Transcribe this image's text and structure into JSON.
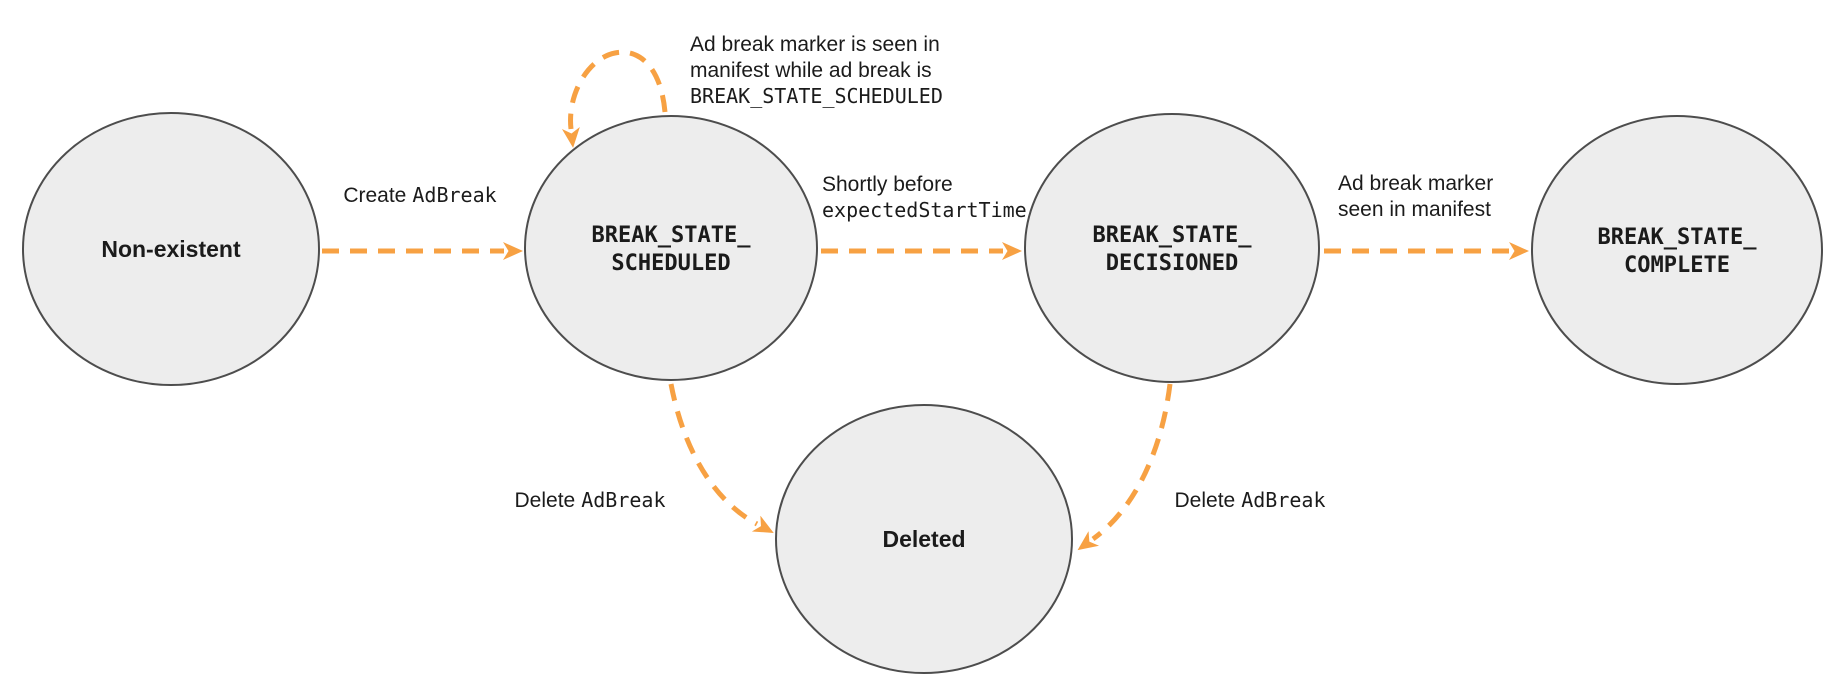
{
  "colors": {
    "arrow": "#F7A143",
    "node_fill": "#EDEDED",
    "node_border": "#4D4D4D",
    "text": "#1B1B1B"
  },
  "states": {
    "non_existent": {
      "label": "Non-existent"
    },
    "scheduled": {
      "line1": "BREAK_STATE_",
      "line2": "SCHEDULED"
    },
    "decisioned": {
      "line1": "BREAK_STATE_",
      "line2": "DECISIONED"
    },
    "complete": {
      "line1": "BREAK_STATE_",
      "line2": "COMPLETE"
    },
    "deleted": {
      "label": "Deleted"
    }
  },
  "transitions": {
    "create": {
      "text": "Create",
      "code": "AdBreak"
    },
    "self_loop": {
      "line1": "Ad break marker is seen in",
      "line2": "manifest while ad break is",
      "code": "BREAK_STATE_SCHEDULED"
    },
    "shortly": {
      "text": "Shortly before",
      "code": "expectedStartTime"
    },
    "marker_seen": {
      "line1": "Ad break marker",
      "line2": "seen in manifest"
    },
    "delete_left": {
      "text": "Delete",
      "code": "AdBreak"
    },
    "delete_right": {
      "text": "Delete",
      "code": "AdBreak"
    }
  }
}
